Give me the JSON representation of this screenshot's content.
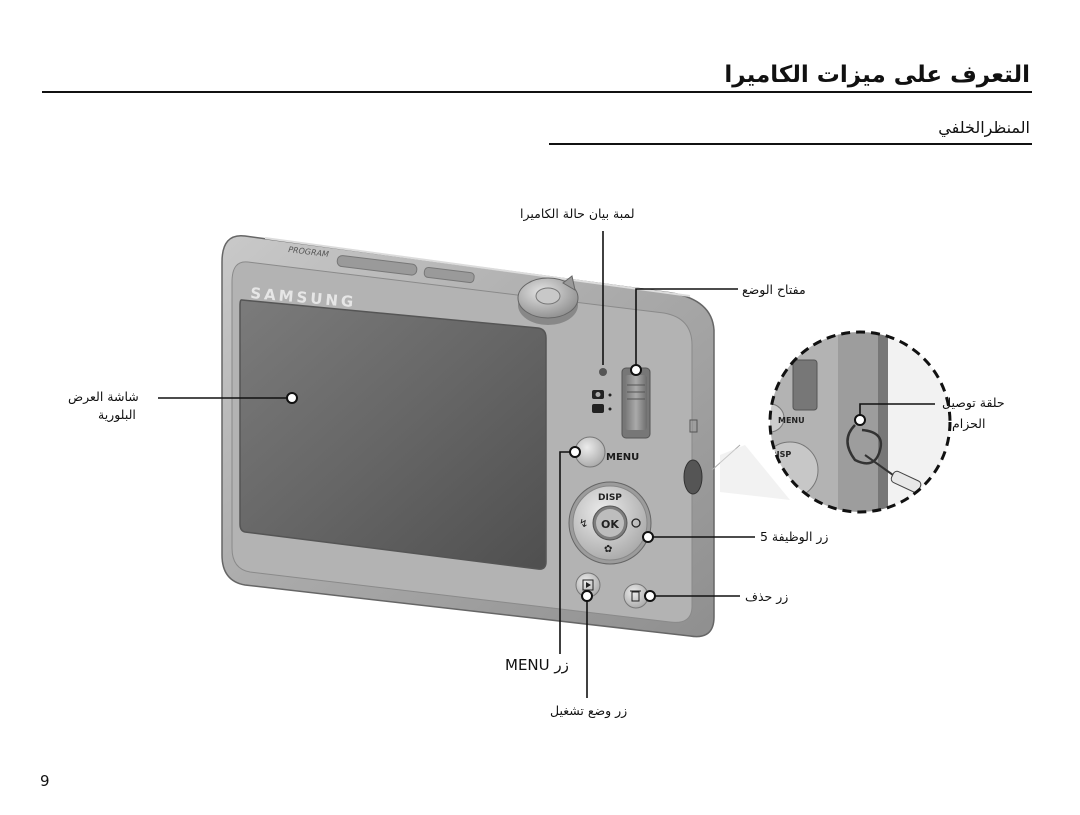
{
  "page": {
    "title": "التعرف على ميزات الكاميرا",
    "section": "المنظرالخلفي",
    "page_number": "9"
  },
  "camera": {
    "brand": "SAMSUNG",
    "top_text": "PROGRAM",
    "buttons": {
      "menu": "MENU",
      "disp": "DISP",
      "ok": "OK"
    }
  },
  "callouts": {
    "status_lamp": "لمبة بيان حالة الكاميرا",
    "zoom": "مفتاح الوضع",
    "lcd_line1": "شاشة العرض",
    "lcd_line2": "البلورية",
    "strap_line1": "حلقة توصيل",
    "strap_line2": "الحزام",
    "timer_button": "زر الوظيفة 5",
    "delete_button": "زر حذف",
    "menu_button": "زر MENU",
    "play_button": "زر وضع تشغيل"
  }
}
